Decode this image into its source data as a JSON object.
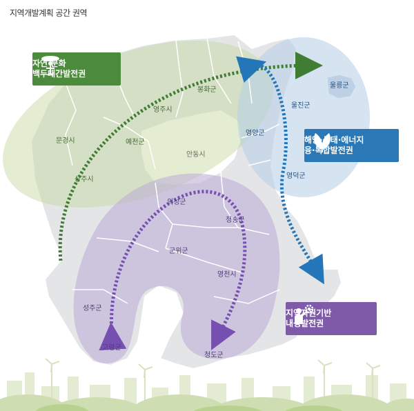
{
  "title": "지역개발계획 공간 권역",
  "zones": [
    {
      "id": "green",
      "label_line1": "자연·문화",
      "label_line2": "백두대간발전권",
      "icon": "tree-person-icon",
      "color": "#4c8a3c"
    },
    {
      "id": "blue",
      "label_line1": "해양·생태·에너지",
      "label_line2": "융·복합발전권",
      "icon": "leaf-icon",
      "color": "#2a78b6"
    },
    {
      "id": "purple",
      "label_line1": "지역자원기반",
      "label_line2": "내생발전권",
      "icon": "person-gear-icon",
      "color": "#7e5aa8"
    }
  ],
  "places": {
    "bonghwa": "봉화군",
    "yeongju": "영주시",
    "mungyeong": "문경시",
    "yecheon": "예천군",
    "sangju": "상주시",
    "andong": "안동시",
    "uljin": "울진군",
    "ulleung": "울릉군",
    "yeongyang": "영양군",
    "yeongdeok": "영덕군",
    "uiseong": "의성군",
    "cheongsong": "청송군",
    "gunwi": "군위군",
    "yeongcheon": "영천시",
    "seongju": "성주군",
    "goryeong": "고령군",
    "cheongdo": "청도군"
  }
}
